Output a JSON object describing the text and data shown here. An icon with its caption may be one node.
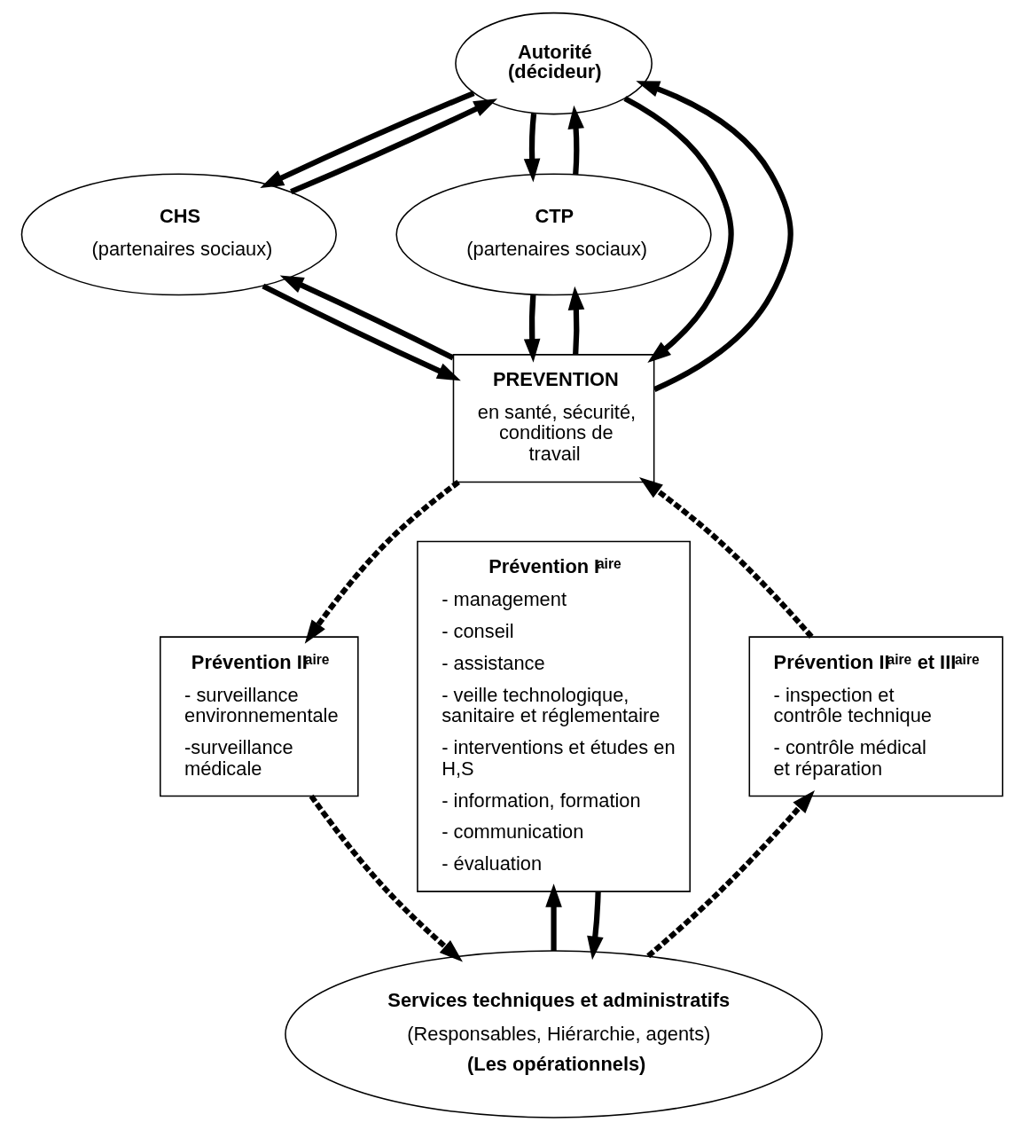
{
  "diagram": {
    "nodes": [
      {
        "text": [
          "Autorité (décideur)"
        ]
      },
      {
        "text": [
          "CHS",
          "(partenaires sociaux)"
        ]
      },
      {
        "text": [
          "CTP",
          "(partenaires sociaux)"
        ]
      },
      {
        "text": [
          "PREVENTION",
          "en santé, sécurité, conditions de travail"
        ]
      },
      {
        "text": [
          "Prévention I$^{aire}$",
          "- management",
          "- conseil",
          "- assistance",
          "- veille technologique, sanitaire et réglementaire",
          "- interventions et études en H,S",
          "- information, formation",
          "- communication",
          "- évaluation"
        ]
      },
      {
        "text": [
          "Prévention II$^{aire}$",
          "- surveillance environnementale",
          "-surveillance médicale"
        ]
      },
      {
        "text": [
          "Prévention II$^{aire}$ et III$^{aire}$",
          "- inspection et contrôle technique",
          "- contrôle médical et réparation"
        ]
      },
      {
        "text": [
          "Services techniques et administratifs",
          "(Responsables, Hiérarchie, agents)",
          "(Les opérationnels)"
        ]
      }
    ],
    "edges": [
      {
        "from": 1,
        "to": 0,
        "arrow": "to"
      },
      {
        "from": 0,
        "to": 1,
        "arrow": "to"
      },
      {
        "from": 3,
        "to": 0,
        "arrow": "to"
      },
      {
        "from": 0,
        "to": 3,
        "arrow": "to"
      },
      {
        "from": 2,
        "to": 0,
        "arrow": "to"
      },
      {
        "from": 0,
        "to": 2,
        "arrow": "to"
      },
      {
        "from": 1,
        "to": 3,
        "arrow": "to"
      },
      {
        "from": 3,
        "to": 1,
        "arrow": "to"
      },
      {
        "from": 3,
        "to": 2,
        "arrow": "to"
      },
      {
        "from": 2,
        "to": 3,
        "arrow": "to"
      },
      {
        "from": 7,
        "to": 4,
        "arrow": "to"
      },
      {
        "from": 4,
        "to": 7,
        "arrow": "to"
      },
      {
        "from": 3,
        "to": 5,
        "arrow": "to",
        "style": "dashed"
      },
      {
        "from": 5,
        "to": 7,
        "arrow": "to",
        "style": "dashed"
      },
      {
        "from": 7,
        "to": 6,
        "arrow": "to",
        "style": "dashed"
      },
      {
        "from": 6,
        "to": 3,
        "arrow": "to",
        "style": "dashed"
      }
    ]
  }
}
